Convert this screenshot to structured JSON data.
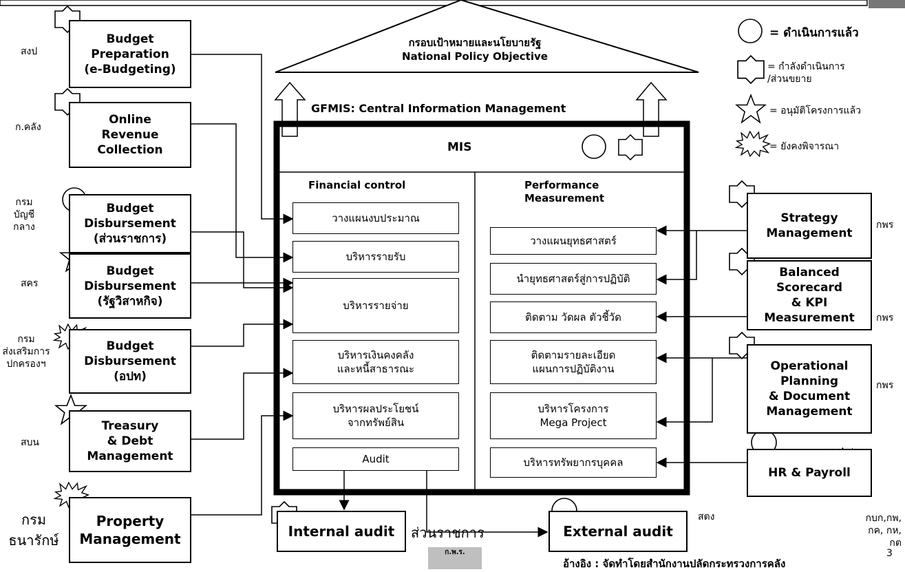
{
  "roof": {
    "line1": "กรอบเป้าหมายและนโยบายรัฐ",
    "line2": "National Policy Objective"
  },
  "gfmis_title": "GFMIS: Central Information Management",
  "mis": {
    "title": "MIS",
    "financial_header": "Financial control",
    "performance_header": "Performance\nMeasurement",
    "financial_items": [
      "วางแผนงบประมาณ",
      "บริหารรายรับ",
      "บริหารรายจ่าย",
      "บริหารเงินคงคลัง\nและหนี้สาธารณะ",
      "บริหารผลประโยชน์\nจากทรัพย์สิน",
      "Audit"
    ],
    "performance_items": [
      "วางแผนยุทธศาสตร์",
      "นำยุทธศาสตร์สู่การปฏิบัติ",
      "ติดตาม วัดผล ตัวชี้วัด",
      "ติดตามรายละเอียด\nแผนการปฏิบัติงาน",
      "บริหารโครงการ\nMega Project",
      "บริหารทรัพยากรบุคคล"
    ]
  },
  "left_boxes": [
    {
      "label": "Budget\nPreparation\n(e-Budgeting)",
      "agency": "สงป"
    },
    {
      "label": "Online\nRevenue\nCollection",
      "agency": "ก.คลัง"
    },
    {
      "label": "Budget\nDisbursement\n(ส่วนราชการ)",
      "agency": "กรม\nบัญชีกลาง"
    },
    {
      "label": "Budget\nDisbursement\n(รัฐวิสาหกิจ)",
      "agency": "สคร"
    },
    {
      "label": "Budget\nDisbursement\n(อปท)",
      "agency": "กรม\nส่งเสริมการ\nปกครองฯ"
    },
    {
      "label": "Treasury\n& Debt\nManagement",
      "agency": "สบน"
    },
    {
      "label": "Property\nManagement",
      "agency": "กรม\nธนารักษ์"
    }
  ],
  "right_boxes": [
    {
      "label": "Strategy\nManagement",
      "agency": "กพร"
    },
    {
      "label": "Balanced\nScorecard\n& KPI\nMeasurement",
      "agency": "กพร"
    },
    {
      "label": "Operational\nPlanning\n& Document\nManagement",
      "agency": "กพร"
    },
    {
      "label": "HR & Payroll",
      "agency": "กบก,กพ,\nกค, กห,\nกต"
    }
  ],
  "bottom": {
    "internal_audit": "Internal audit",
    "internal_agency": "ส่วนราชการ",
    "external_audit": "External audit",
    "external_agency": "สตง",
    "logo_text": "ก.พ.ร.",
    "reference": "อ้างอิง : จัดทำโดยสำนักงานปลัดกระทรวงการคลัง",
    "page_number": "3"
  },
  "legend": [
    {
      "icon": "circle",
      "text": "= ดำเนินการแล้ว"
    },
    {
      "icon": "flash-star",
      "text": "= กำลังดำเนินการ\n   /ส่วนขยาย"
    },
    {
      "icon": "star",
      "text": "= อนุมัติโครงการแล้ว"
    },
    {
      "icon": "burst",
      "text": "= ยังคงพิจารณา"
    }
  ]
}
